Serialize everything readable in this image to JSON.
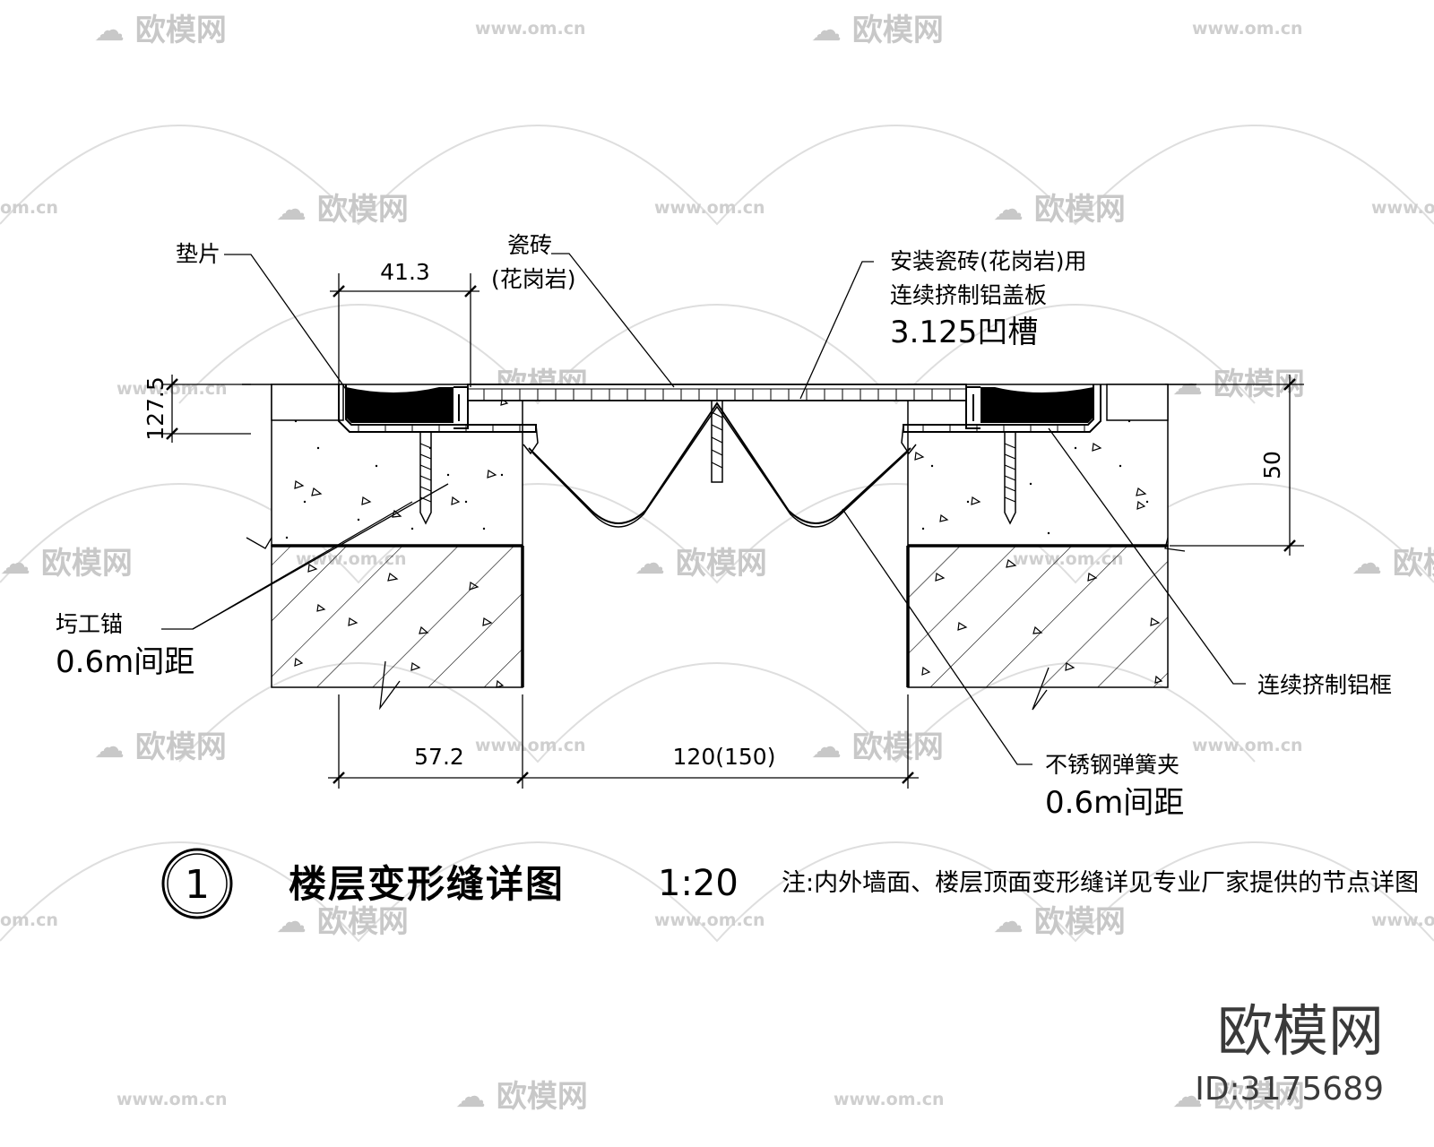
{
  "labels": {
    "shim": "垫片",
    "tile_line1": "瓷砖",
    "tile_line2": "(花岗岩)",
    "cover_line1": "安装瓷砖(花岗岩)用",
    "cover_line2": "连续挤制铝盖板",
    "cover_line3": "3.125凹槽",
    "anchor_line1": "圬工锚",
    "anchor_line2": "0.6m间距",
    "frame": "连续挤制铝框",
    "spring_line1": "不锈钢弹簧夹",
    "spring_line2": "0.6m间距"
  },
  "dimensions": {
    "top_width": "41.3",
    "left_height": "127.5",
    "right_height": "50",
    "bottom_left": "57.2",
    "bottom_gap": "120(150)"
  },
  "title": {
    "number": "1",
    "text": "楼层变形缝详图",
    "scale": "1:20",
    "note": "注:内外墙面、楼层顶面变形缝详见专业厂家提供的节点详图"
  },
  "watermark": {
    "logo_text": "欧模网",
    "url_text": "www.om.cn",
    "url_partial": "om.cn"
  },
  "brand": {
    "name": "欧模网",
    "id": "ID:3175689"
  }
}
